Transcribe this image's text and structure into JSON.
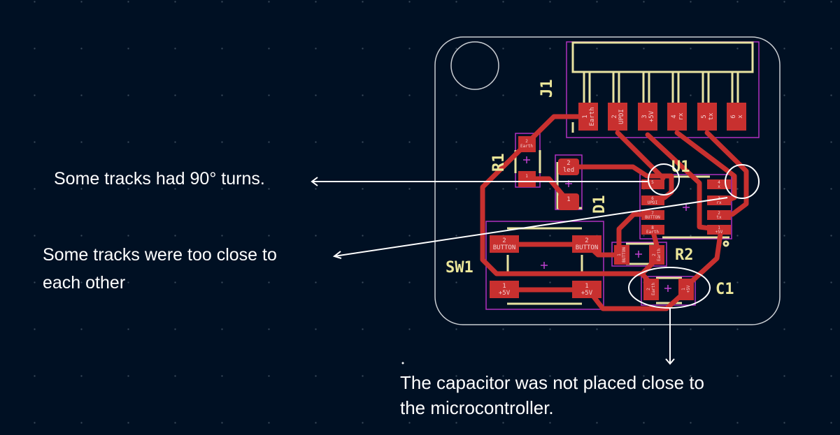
{
  "annotations": {
    "turns": "Some tracks had 90° turns.",
    "close_line1": "Some tracks were too close to",
    "close_line2": "each other",
    "cap_line1": "The capacitor was not placed close to",
    "cap_line2": "the microcontroller."
  },
  "refs": {
    "j1": "J1",
    "r1": "R1",
    "d1": "D1",
    "u1": "U1",
    "sw1": "SW1",
    "r2": "R2",
    "c1": "C1"
  },
  "j1_pads": [
    {
      "num": "1",
      "net": "Earth"
    },
    {
      "num": "2",
      "net": "UPDI"
    },
    {
      "num": "3",
      "net": "+5V"
    },
    {
      "num": "4",
      "net": "rx"
    },
    {
      "num": "5",
      "net": "tx"
    },
    {
      "num": "6",
      "net": "x"
    }
  ],
  "r1_pads": [
    {
      "num": "2",
      "net": "Earth"
    },
    {
      "num": "1",
      "net": ""
    }
  ],
  "d1_pads": [
    {
      "num": "2",
      "net": "led"
    },
    {
      "num": "1",
      "net": ""
    }
  ],
  "u1_left": [
    {
      "num": "5",
      "net": ""
    },
    {
      "num": "6",
      "net": "UPDI"
    },
    {
      "num": "7",
      "net": "BUTTON"
    },
    {
      "num": "8",
      "net": "Earth"
    }
  ],
  "u1_right": [
    {
      "num": "4",
      "net": "x"
    },
    {
      "num": "3",
      "net": "rx"
    },
    {
      "num": "2",
      "net": "tx"
    },
    {
      "num": "1",
      "net": "+5V"
    }
  ],
  "sw1_pads": [
    {
      "num": "2",
      "net": "BUTTON"
    },
    {
      "num": "2",
      "net": "BUTTON"
    },
    {
      "num": "1",
      "net": "+5V"
    },
    {
      "num": "1",
      "net": "+5V"
    }
  ],
  "r2_pads": [
    {
      "num": "1",
      "net": "BUTTON"
    },
    {
      "num": "2",
      "net": "Earth"
    }
  ],
  "c1_pads": [
    {
      "num": "2",
      "net": "Earth"
    },
    {
      "num": "1",
      "net": "+5V"
    }
  ],
  "colors": {
    "background": "#001023",
    "copper": "#c8302f",
    "silkscreen": "#ece79a",
    "courtyard": "#b030c0",
    "annotation": "#ffffff"
  }
}
